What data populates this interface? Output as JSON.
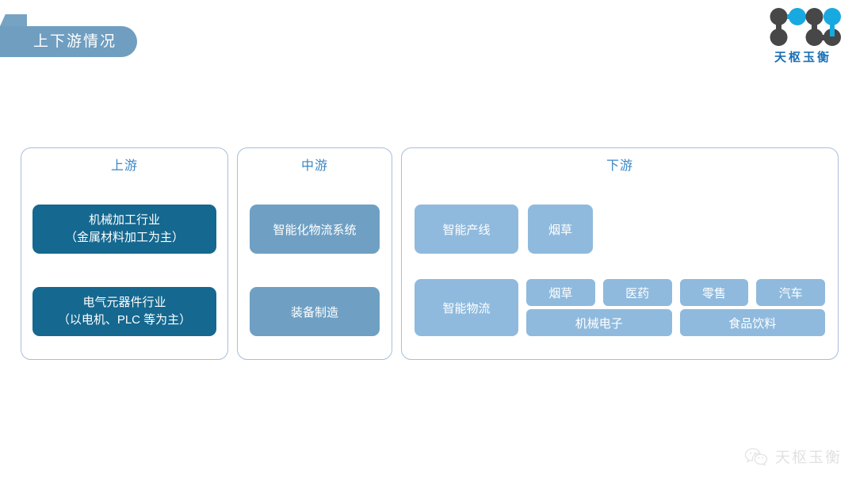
{
  "slide": {
    "title": "上下游情况",
    "background_color": "#ffffff"
  },
  "brand": {
    "logo_text": "天枢玉衡",
    "logo_dark_color": "#474747",
    "logo_accent_color": "#18a9e0",
    "logo_text_color": "#1a6fb5"
  },
  "colors": {
    "banner": "#6f9ec0",
    "card_border": "#a9bed9",
    "card_title": "#3b87c4",
    "upstream_box": "#15688f",
    "midstream_box": "#6fa0c4",
    "downstream_box": "#8fbadd"
  },
  "columns": {
    "upstream": {
      "title": "上游",
      "items": [
        {
          "line1": "机械加工行业",
          "line2": "（金属材料加工为主）"
        },
        {
          "line1": "电气元器件行业",
          "line2": "（以电机、PLC 等为主）"
        }
      ]
    },
    "midstream": {
      "title": "中游",
      "items": [
        {
          "label": "智能化物流系统"
        },
        {
          "label": "装备制造"
        }
      ]
    },
    "downstream": {
      "title": "下游",
      "row1": {
        "main": "智能产线",
        "tags": [
          "烟草"
        ]
      },
      "row2": {
        "main": "智能物流",
        "tag_rows": [
          [
            "烟草",
            "医药",
            "零售",
            "汽车"
          ],
          [
            "机械电子",
            "食品饮料"
          ]
        ]
      }
    }
  },
  "footer": {
    "watermark_text": "天枢玉衡",
    "watermark_icon": "wechat-icon"
  }
}
